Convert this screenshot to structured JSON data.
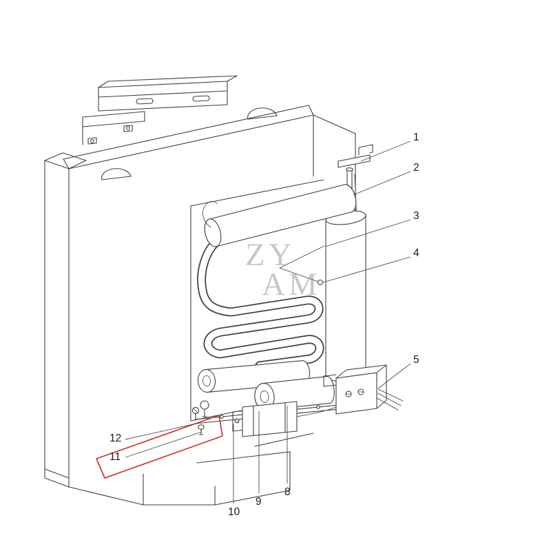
{
  "watermark": {
    "line1": "ZY",
    "line2": "AM"
  },
  "colors": {
    "line": "#3f3f3f",
    "leader": "#4a4a4a",
    "highlight": "#cc3333",
    "watermark": "#c8c8c8",
    "label": "#1b1b1b",
    "background": "#ffffff"
  },
  "callouts": [
    "1",
    "2",
    "3",
    "4",
    "5",
    "8",
    "9",
    "10",
    "11",
    "12"
  ]
}
